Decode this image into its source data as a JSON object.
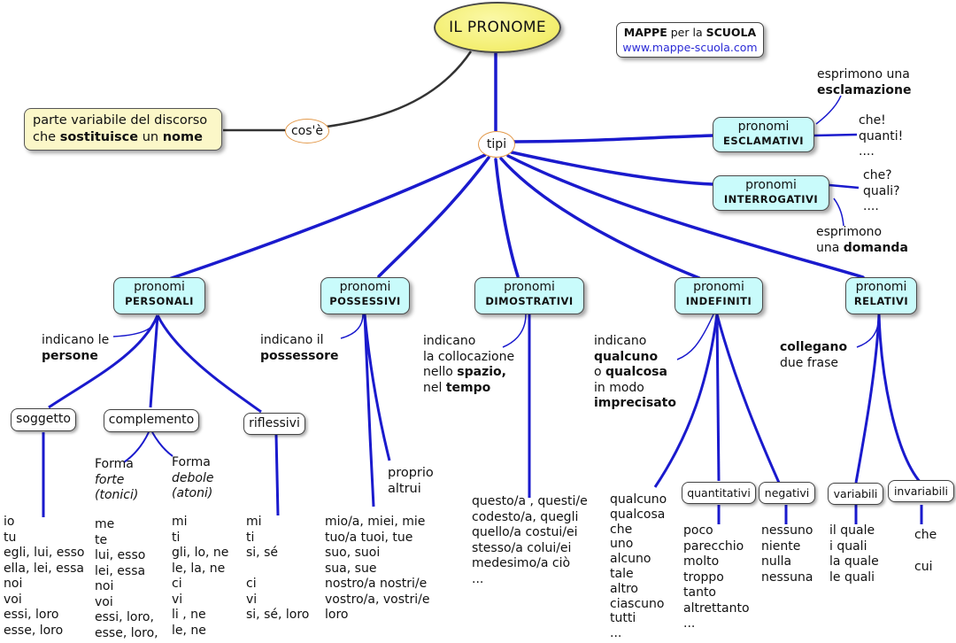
{
  "title": "IL PRONOME",
  "brand": {
    "line1_bold": "MAPPE",
    "line1_mid": "per la",
    "line1_end": "SCUOLA",
    "url": "www.mappe-scuola.com"
  },
  "definition": {
    "connector": "cos'è",
    "line1": "parte variabile del discorso",
    "line2_pre": "che",
    "line2_bold1": "sostituisce",
    "line2_mid": "un",
    "line2_bold2": "nome"
  },
  "tipi": "tipi",
  "esclamativi": {
    "l1": "pronomi",
    "l2": "ESCLAMATIVI",
    "desc_pre": "esprimono una",
    "desc_bold": "esclamazione",
    "examples": [
      "che!",
      "quanti!",
      "...."
    ]
  },
  "interrogativi": {
    "l1": "pronomi",
    "l2": "INTERROGATIVI",
    "desc_pre": "esprimono",
    "desc_mid": "una",
    "desc_bold": "domanda",
    "examples": [
      "che?",
      "quali?",
      "...."
    ]
  },
  "personali": {
    "l1": "pronomi",
    "l2": "PERSONALI",
    "desc_pre": "indicano le",
    "desc_bold": "persone",
    "soggetto": {
      "label": "soggetto",
      "items": [
        "io",
        "tu",
        "egli, lui, esso",
        "ella, lei, essa",
        "noi",
        "voi",
        "essi, loro",
        "esse, loro"
      ]
    },
    "complemento": {
      "label": "complemento",
      "forte_pre": "Forma",
      "forte_it": "forte",
      "forte_paren": "(tonici)",
      "debole_pre": "Forma",
      "debole_it": "debole",
      "debole_paren": "(atoni)",
      "forte_items": [
        "me",
        "te",
        "lui, esso",
        "lei, essa",
        "noi",
        "voi",
        "essi, loro,",
        "esse, loro,"
      ],
      "debole_items": [
        "mi",
        "ti",
        "gli, lo, ne",
        "le, la, ne",
        "ci",
        "vi",
        "li , ne",
        "le, ne"
      ]
    },
    "riflessivi": {
      "label": "riflessivi",
      "items": [
        "mi",
        "ti",
        "si, sé",
        "",
        "ci",
        "vi",
        "si, sé, loro"
      ]
    }
  },
  "possessivi": {
    "l1": "pronomi",
    "l2": "POSSESSIVI",
    "desc_pre": "indicano il",
    "desc_bold": "possessore",
    "proprio": [
      "proprio",
      "altrui"
    ],
    "items": [
      "mio/a, miei, mie",
      "tuo/a tuoi, tue",
      "suo, suoi",
      "sua, sue",
      "nostro/a nostri/e",
      "vostro/a, vostri/e",
      "loro"
    ]
  },
  "dimostrativi": {
    "l1": "pronomi",
    "l2": "DIMOSTRATIVI",
    "desc1": "indicano",
    "desc2": "la collocazione",
    "desc3_pre": "nello",
    "desc3_bold": "spazio,",
    "desc4_pre": "nel",
    "desc4_bold": "tempo",
    "items": [
      "questo/a , questi/e",
      "codesto/a, quegli",
      "quello/a costui/ei",
      "stesso/a colui/ei",
      "medesimo/a ciò",
      "..."
    ]
  },
  "indefiniti": {
    "l1": "pronomi",
    "l2": "INDEFINITI",
    "desc1": "indicano",
    "desc2_bold": "qualcuno",
    "desc3_pre": "o",
    "desc3_bold": "qualcosa",
    "desc4": "in modo",
    "desc5_bold": "imprecisato",
    "items": [
      "qualcuno",
      "qualcosa",
      "che",
      "uno",
      "alcuno",
      "tale",
      "altro",
      "ciascuno",
      "tutti",
      "..."
    ],
    "quantitativi": {
      "label": "quantitativi",
      "items": [
        "poco",
        "parecchio",
        "molto",
        "troppo",
        "tanto",
        "altrettanto",
        "..."
      ]
    },
    "negativi": {
      "label": "negativi",
      "items": [
        "nessuno",
        "niente",
        "nulla",
        "nessuna"
      ]
    }
  },
  "relativi": {
    "l1": "pronomi",
    "l2": "RELATIVI",
    "desc_bold": "collegano",
    "desc2": "due frase",
    "variabili": {
      "label": "variabili",
      "items": [
        "il quale",
        "i quali",
        "la quale",
        "le quali"
      ]
    },
    "invariabili": {
      "label": "invariabili",
      "items": [
        "che",
        "",
        "cui"
      ]
    }
  },
  "colors": {
    "link": "#1a1acd",
    "dark_link": "#333333",
    "category_fill": "#c9fbfb",
    "title_fill": "#f3ee6e",
    "definition_fill": "#fbf7c8",
    "pill_border": "#e39a4c"
  }
}
